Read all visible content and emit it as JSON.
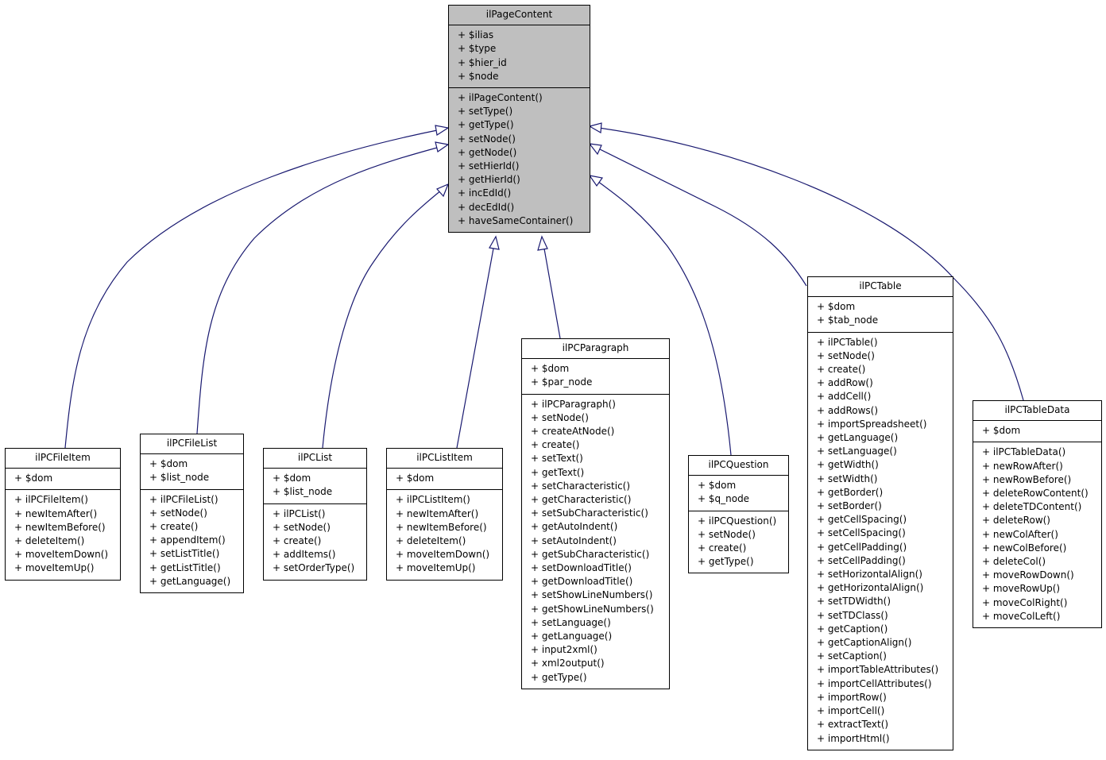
{
  "diagram": {
    "base": {
      "name": "ilPageContent",
      "attributes": [
        "+ $ilias",
        "+ $type",
        "+ $hier_id",
        "+ $node"
      ],
      "methods": [
        "+ ilPageContent()",
        "+ setType()",
        "+ getType()",
        "+ setNode()",
        "+ getNode()",
        "+ setHierId()",
        "+ getHierId()",
        "+ incEdId()",
        "+ decEdId()",
        "+ haveSameContainer()"
      ]
    },
    "classes": [
      {
        "id": "ilPCFileItem",
        "name": "ilPCFileItem",
        "attributes": [
          "+ $dom"
        ],
        "methods": [
          "+ ilPCFileItem()",
          "+ newItemAfter()",
          "+ newItemBefore()",
          "+ deleteItem()",
          "+ moveItemDown()",
          "+ moveItemUp()"
        ]
      },
      {
        "id": "ilPCFileList",
        "name": "ilPCFileList",
        "attributes": [
          "+ $dom",
          "+ $list_node"
        ],
        "methods": [
          "+ ilPCFileList()",
          "+ setNode()",
          "+ create()",
          "+ appendItem()",
          "+ setListTitle()",
          "+ getListTitle()",
          "+ getLanguage()"
        ]
      },
      {
        "id": "ilPCList",
        "name": "ilPCList",
        "attributes": [
          "+ $dom",
          "+ $list_node"
        ],
        "methods": [
          "+ ilPCList()",
          "+ setNode()",
          "+ create()",
          "+ addItems()",
          "+ setOrderType()"
        ]
      },
      {
        "id": "ilPCListItem",
        "name": "ilPCListItem",
        "attributes": [
          "+ $dom"
        ],
        "methods": [
          "+ ilPCListItem()",
          "+ newItemAfter()",
          "+ newItemBefore()",
          "+ deleteItem()",
          "+ moveItemDown()",
          "+ moveItemUp()"
        ]
      },
      {
        "id": "ilPCParagraph",
        "name": "ilPCParagraph",
        "attributes": [
          "+ $dom",
          "+ $par_node"
        ],
        "methods": [
          "+ ilPCParagraph()",
          "+ setNode()",
          "+ createAtNode()",
          "+ create()",
          "+ setText()",
          "+ getText()",
          "+ setCharacteristic()",
          "+ getCharacteristic()",
          "+ setSubCharacteristic()",
          "+ getAutoIndent()",
          "+ setAutoIndent()",
          "+ getSubCharacteristic()",
          "+ setDownloadTitle()",
          "+ getDownloadTitle()",
          "+ setShowLineNumbers()",
          "+ getShowLineNumbers()",
          "+ setLanguage()",
          "+ getLanguage()",
          "+ input2xml()",
          "+ xml2output()",
          "+ getType()"
        ]
      },
      {
        "id": "ilPCQuestion",
        "name": "ilPCQuestion",
        "attributes": [
          "+ $dom",
          "+ $q_node"
        ],
        "methods": [
          "+ ilPCQuestion()",
          "+ setNode()",
          "+ create()",
          "+ getType()"
        ]
      },
      {
        "id": "ilPCTable",
        "name": "ilPCTable",
        "attributes": [
          "+ $dom",
          "+ $tab_node"
        ],
        "methods": [
          "+ ilPCTable()",
          "+ setNode()",
          "+ create()",
          "+ addRow()",
          "+ addCell()",
          "+ addRows()",
          "+ importSpreadsheet()",
          "+ getLanguage()",
          "+ setLanguage()",
          "+ getWidth()",
          "+ setWidth()",
          "+ getBorder()",
          "+ setBorder()",
          "+ getCellSpacing()",
          "+ setCellSpacing()",
          "+ getCellPadding()",
          "+ setCellPadding()",
          "+ setHorizontalAlign()",
          "+ getHorizontalAlign()",
          "+ setTDWidth()",
          "+ setTDClass()",
          "+ getCaption()",
          "+ getCaptionAlign()",
          "+ setCaption()",
          "+ importTableAttributes()",
          "+ importCellAttributes()",
          "+ importRow()",
          "+ importCell()",
          "+ extractText()",
          "+ importHtml()"
        ]
      },
      {
        "id": "ilPCTableData",
        "name": "ilPCTableData",
        "attributes": [
          "+ $dom"
        ],
        "methods": [
          "+ ilPCTableData()",
          "+ newRowAfter()",
          "+ newRowBefore()",
          "+ deleteRowContent()",
          "+ deleteTDContent()",
          "+ deleteRow()",
          "+ newColAfter()",
          "+ newColBefore()",
          "+ deleteCol()",
          "+ moveRowDown()",
          "+ moveRowUp()",
          "+ moveColRight()",
          "+ moveColLeft()"
        ]
      }
    ],
    "colors": {
      "edge": "#191970",
      "base_fill": "#bfbfbf",
      "class_fill": "#ffffff",
      "border": "#000000"
    }
  }
}
